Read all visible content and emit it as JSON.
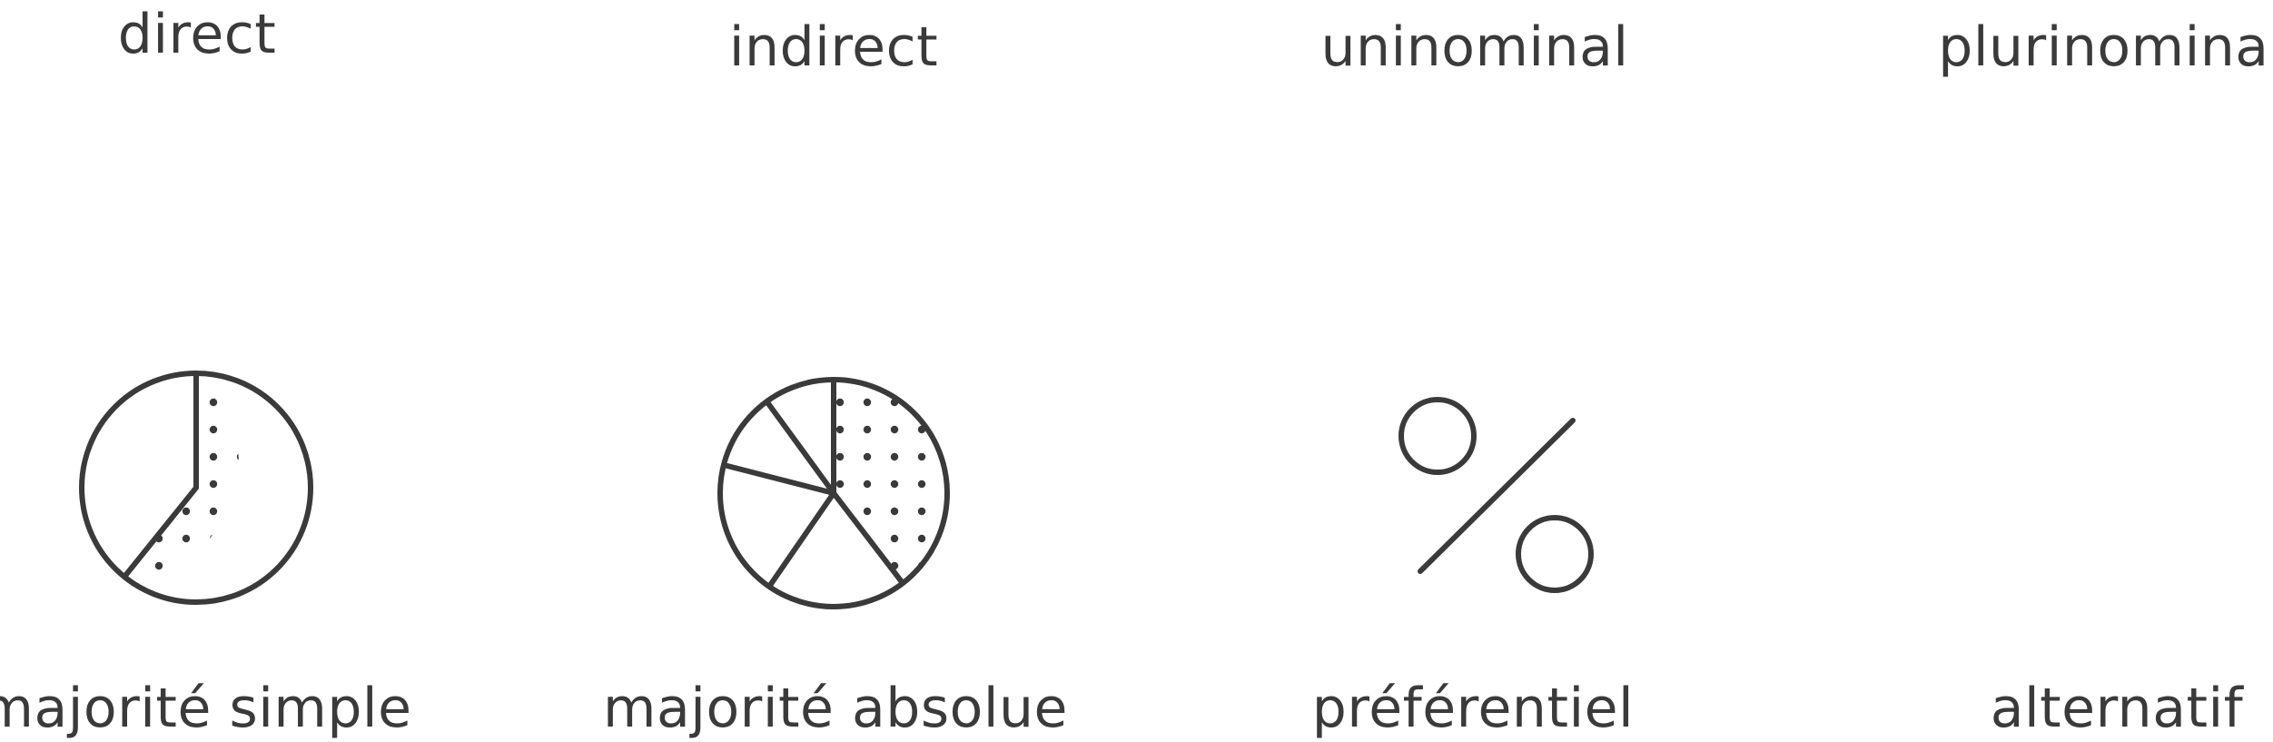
{
  "colors": {
    "ink": "#3a3a3a",
    "background": "#ffffff"
  },
  "top_row": [
    {
      "key": "direct",
      "label": "direct",
      "icon": ""
    },
    {
      "key": "indirect",
      "label": "indirect",
      "icon": ""
    },
    {
      "key": "uninominal",
      "label": "uninominal",
      "icon": ""
    },
    {
      "key": "plurinominal",
      "label": "plurinominal",
      "icon": ""
    }
  ],
  "bottom_row": [
    {
      "key": "majorite-simple",
      "label": "majorité simple",
      "icon": "pie-chart-simple-majority-icon"
    },
    {
      "key": "majorite-absolue",
      "label": "majorité absolue",
      "icon": "pie-chart-absolute-majority-icon"
    },
    {
      "key": "preferentiel",
      "label": "préférentiel",
      "icon": "percent-icon"
    },
    {
      "key": "alternatif",
      "label": "alternatif",
      "icon": ""
    }
  ]
}
